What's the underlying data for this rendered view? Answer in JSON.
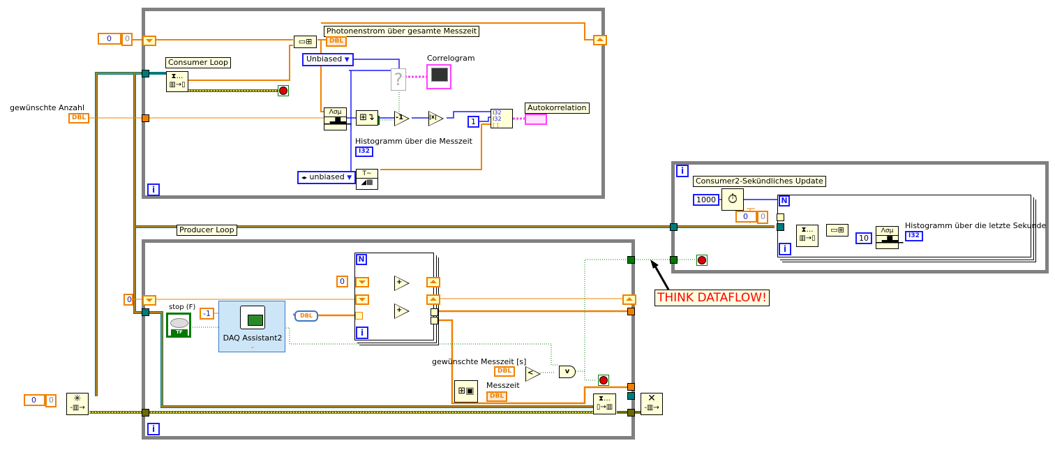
{
  "diagram": {
    "type": "LabVIEW block diagram",
    "structures": {
      "consumer_loop": {
        "label": "Consumer Loop",
        "iteration_terminal": "i"
      },
      "producer_loop": {
        "label": "Producer Loop",
        "iteration_terminal": "i"
      },
      "consumer2_loop": {
        "label": "Consumer2-Sekündliches Update",
        "iteration_terminal": "i"
      },
      "for_loop_producer": {
        "count_terminal": "N",
        "iteration_terminal": "i"
      },
      "for_loop_consumer2": {
        "count_terminal": "N",
        "iteration_terminal": "i"
      }
    },
    "labels": {
      "gewuenschte_anzahl": "gewünschte Anzahl",
      "photonenstrom": "Photonenstrom über gesamte Messzeit",
      "correlogram": "Correlogram",
      "autokorrelation": "Autokorrelation",
      "histogramm_messzeit": "Histogramm über die Messzeit",
      "histogramm_letzte_sekunde": "Histogramm über die letzte Sekunde",
      "stop_f": "stop (F)",
      "daq_assistant": "DAQ Assistant2",
      "gewuenschte_messzeit": "gewünschte Messzeit [s]",
      "messzeit": "Messzeit",
      "think_dataflow": "THINK DATAFLOW!"
    },
    "constants": {
      "queue_top_value": "0",
      "queue_top_display": "0",
      "queue_bottom_value": "0",
      "queue_bottom_display": "0",
      "consumer2_queue_value": "0",
      "consumer2_queue_display": "0",
      "producer_shift_init": "0",
      "for_loop_init": "0",
      "daq_timeout": "-1",
      "wait_ms": "1000",
      "histogram_bins": "10",
      "index_one": "1",
      "true_const": "T",
      "negate": "-1",
      "abs": "|x|"
    },
    "rings": {
      "unbiased_top": "Unbiased",
      "unbiased_bottom": "unbiased"
    },
    "terminals": {
      "dbl": "DBL",
      "i32": "I32",
      "tf": "TF",
      "unknown_vi": "?"
    },
    "primitives": {
      "add": "+",
      "or": "v",
      "less": "<",
      "hist_glyph": "Λσμ"
    },
    "colors": {
      "orange_wire": "#f08000",
      "blue_wire": "#1a1aff",
      "pink_wire": "#ff40ff",
      "green_wire": "#007a00",
      "teal_wire": "#007a7a",
      "structure_gray": "#808080",
      "think_red": "#ff0000"
    }
  }
}
